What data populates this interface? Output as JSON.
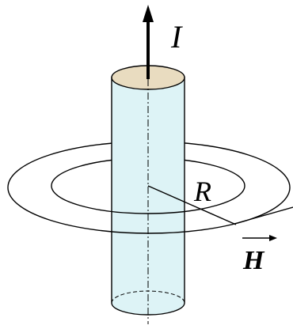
{
  "labels": {
    "current": "I",
    "radius": "R",
    "field": "H"
  },
  "colors": {
    "cylinder_fill": "#ddf3f6",
    "cylinder_top": "#e9dcc0",
    "stroke": "#000000"
  },
  "icons": {
    "current_arrow": "up-arrow-icon",
    "field_vector_arrow": "right-arrow-icon"
  }
}
